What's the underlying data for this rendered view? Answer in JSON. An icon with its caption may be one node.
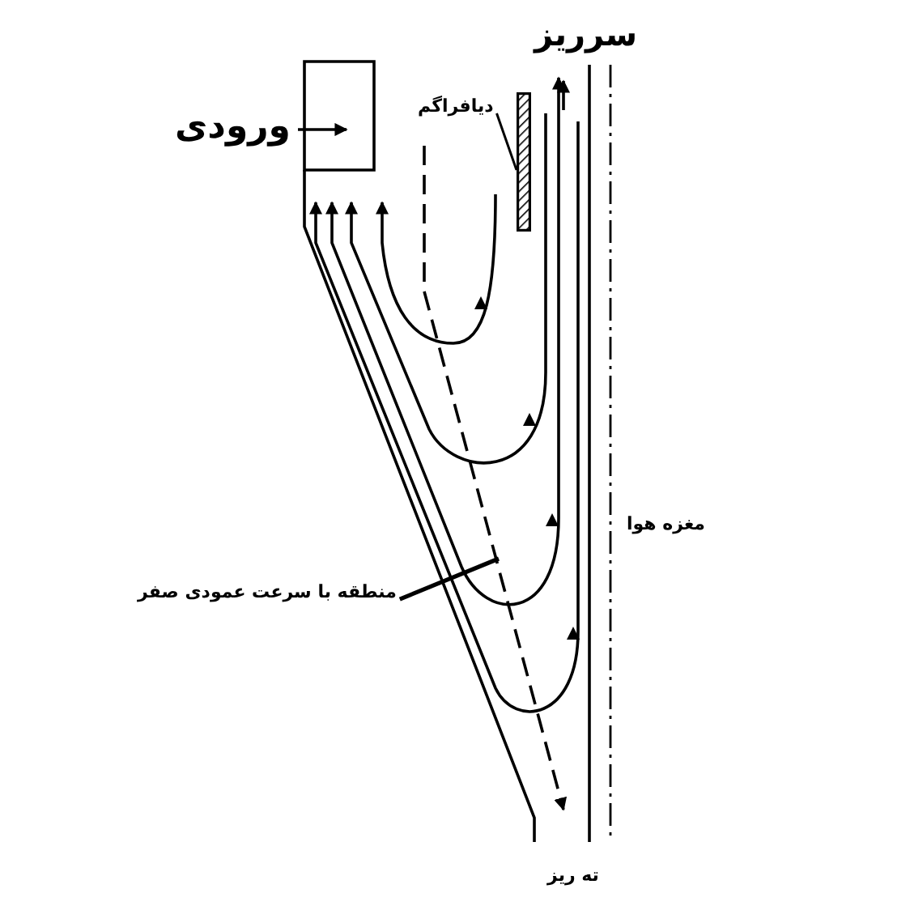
{
  "diagram": {
    "nodes": [
      {
        "text": [
          "دیافراگم"
        ]
      },
      {
        "text": [],
        "shape": "bar"
      },
      {
        "text": [
          "منطقه با سرعت عمودی صفر"
        ]
      }
    ],
    "edges": [
      {
        "from": 0,
        "to": 1,
        "arrow": "none"
      },
      {
        "from": 2,
        "to": null,
        "arrow": "none"
      }
    ],
    "labels": [
      "سرریز",
      "ورودی",
      "مغزه هوا",
      "ته ریز"
    ]
  }
}
